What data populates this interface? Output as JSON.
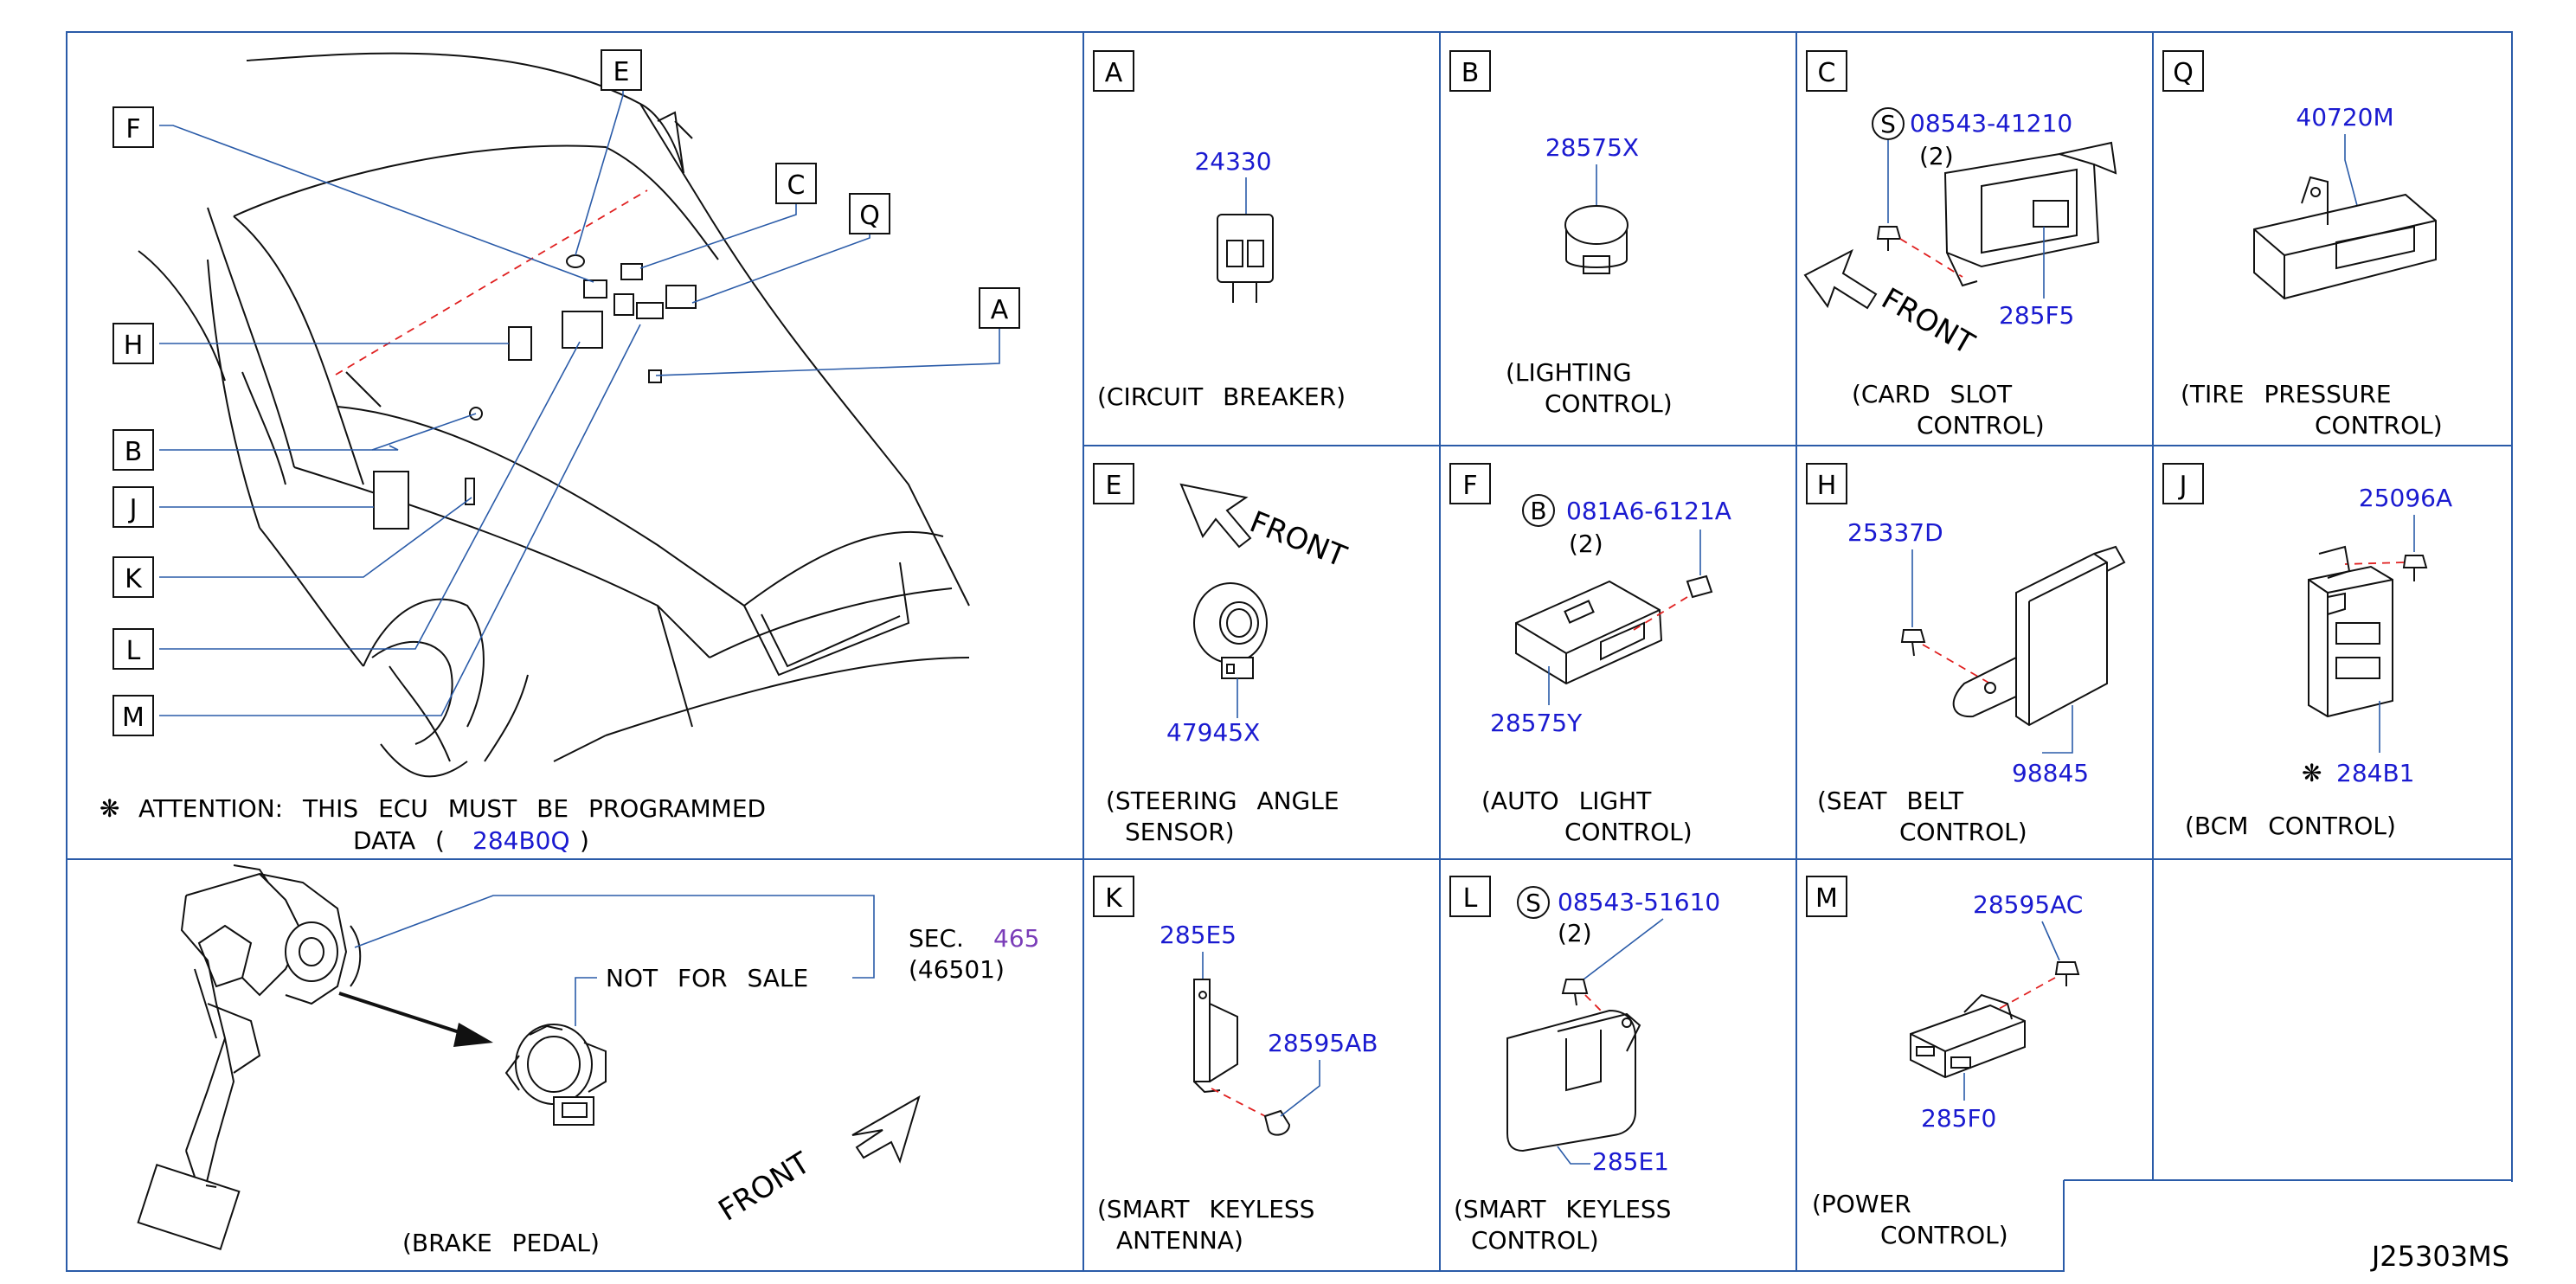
{
  "overview": {
    "callouts": [
      "E",
      "F",
      "C",
      "Q",
      "A",
      "H",
      "B",
      "J",
      "K",
      "L",
      "M"
    ],
    "attention_symbol": "❋",
    "attention_line1": "ATTENTION: THIS ECU MUST BE PROGRAMMED",
    "attention_line2_prefix": "DATA (",
    "attention_line2_part": "284B0Q",
    "attention_line2_suffix": ")"
  },
  "brake": {
    "sec_label": "SEC.",
    "sec_number": "465",
    "sec_part": "(46501)",
    "not_for_sale": "NOT FOR SALE",
    "front": "FRONT",
    "caption": "(BRAKE PEDAL)"
  },
  "panels": {
    "A": {
      "letter": "A",
      "part": "24330",
      "caption1": "(CIRCUIT BREAKER)"
    },
    "B": {
      "letter": "B",
      "part": "28575X",
      "caption1": "(LIGHTING",
      "caption2": "CONTROL)"
    },
    "C": {
      "letter": "C",
      "screw_symbol": "S",
      "screw_part": "08543-41210",
      "qty": "(2)",
      "part": "285F5",
      "front": "FRONT",
      "caption1": "(CARD SLOT",
      "caption2": "CONTROL)"
    },
    "Q": {
      "letter": "Q",
      "part": "40720M",
      "caption1": "(TIRE PRESSURE",
      "caption2": "CONTROL)"
    },
    "E": {
      "letter": "E",
      "front": "FRONT",
      "part": "47945X",
      "caption1": "(STEERING ANGLE",
      "caption2": "SENSOR)"
    },
    "F": {
      "letter": "F",
      "bolt_symbol": "B",
      "bolt_part": "081A6-6121A",
      "qty": "(2)",
      "part": "28575Y",
      "caption1": "(AUTO LIGHT",
      "caption2": "CONTROL)"
    },
    "H": {
      "letter": "H",
      "screw_part": "25337D",
      "part": "98845",
      "caption1": "(SEAT BELT",
      "caption2": "CONTROL)"
    },
    "J": {
      "letter": "J",
      "screw_part": "25096A",
      "symbol": "❋",
      "part": "284B1",
      "caption1": "(BCM CONTROL)"
    },
    "K": {
      "letter": "K",
      "part": "285E5",
      "screw_part": "28595AB",
      "caption1": "(SMART KEYLESS",
      "caption2": "ANTENNA)"
    },
    "L": {
      "letter": "L",
      "screw_symbol": "S",
      "screw_part": "08543-51610",
      "qty": "(2)",
      "part": "285E1",
      "caption1": "(SMART KEYLESS",
      "caption2": "CONTROL)"
    },
    "M": {
      "letter": "M",
      "screw_part": "28595AC",
      "part": "285F0",
      "caption1": "(POWER",
      "caption2": "CONTROL)"
    }
  },
  "diagram_id": "J25303MS",
  "colors": {
    "grid": "#2a5ba8",
    "part_number": "#1a1ad0",
    "section_link": "#7a3db8",
    "cut_line": "#e02020"
  }
}
